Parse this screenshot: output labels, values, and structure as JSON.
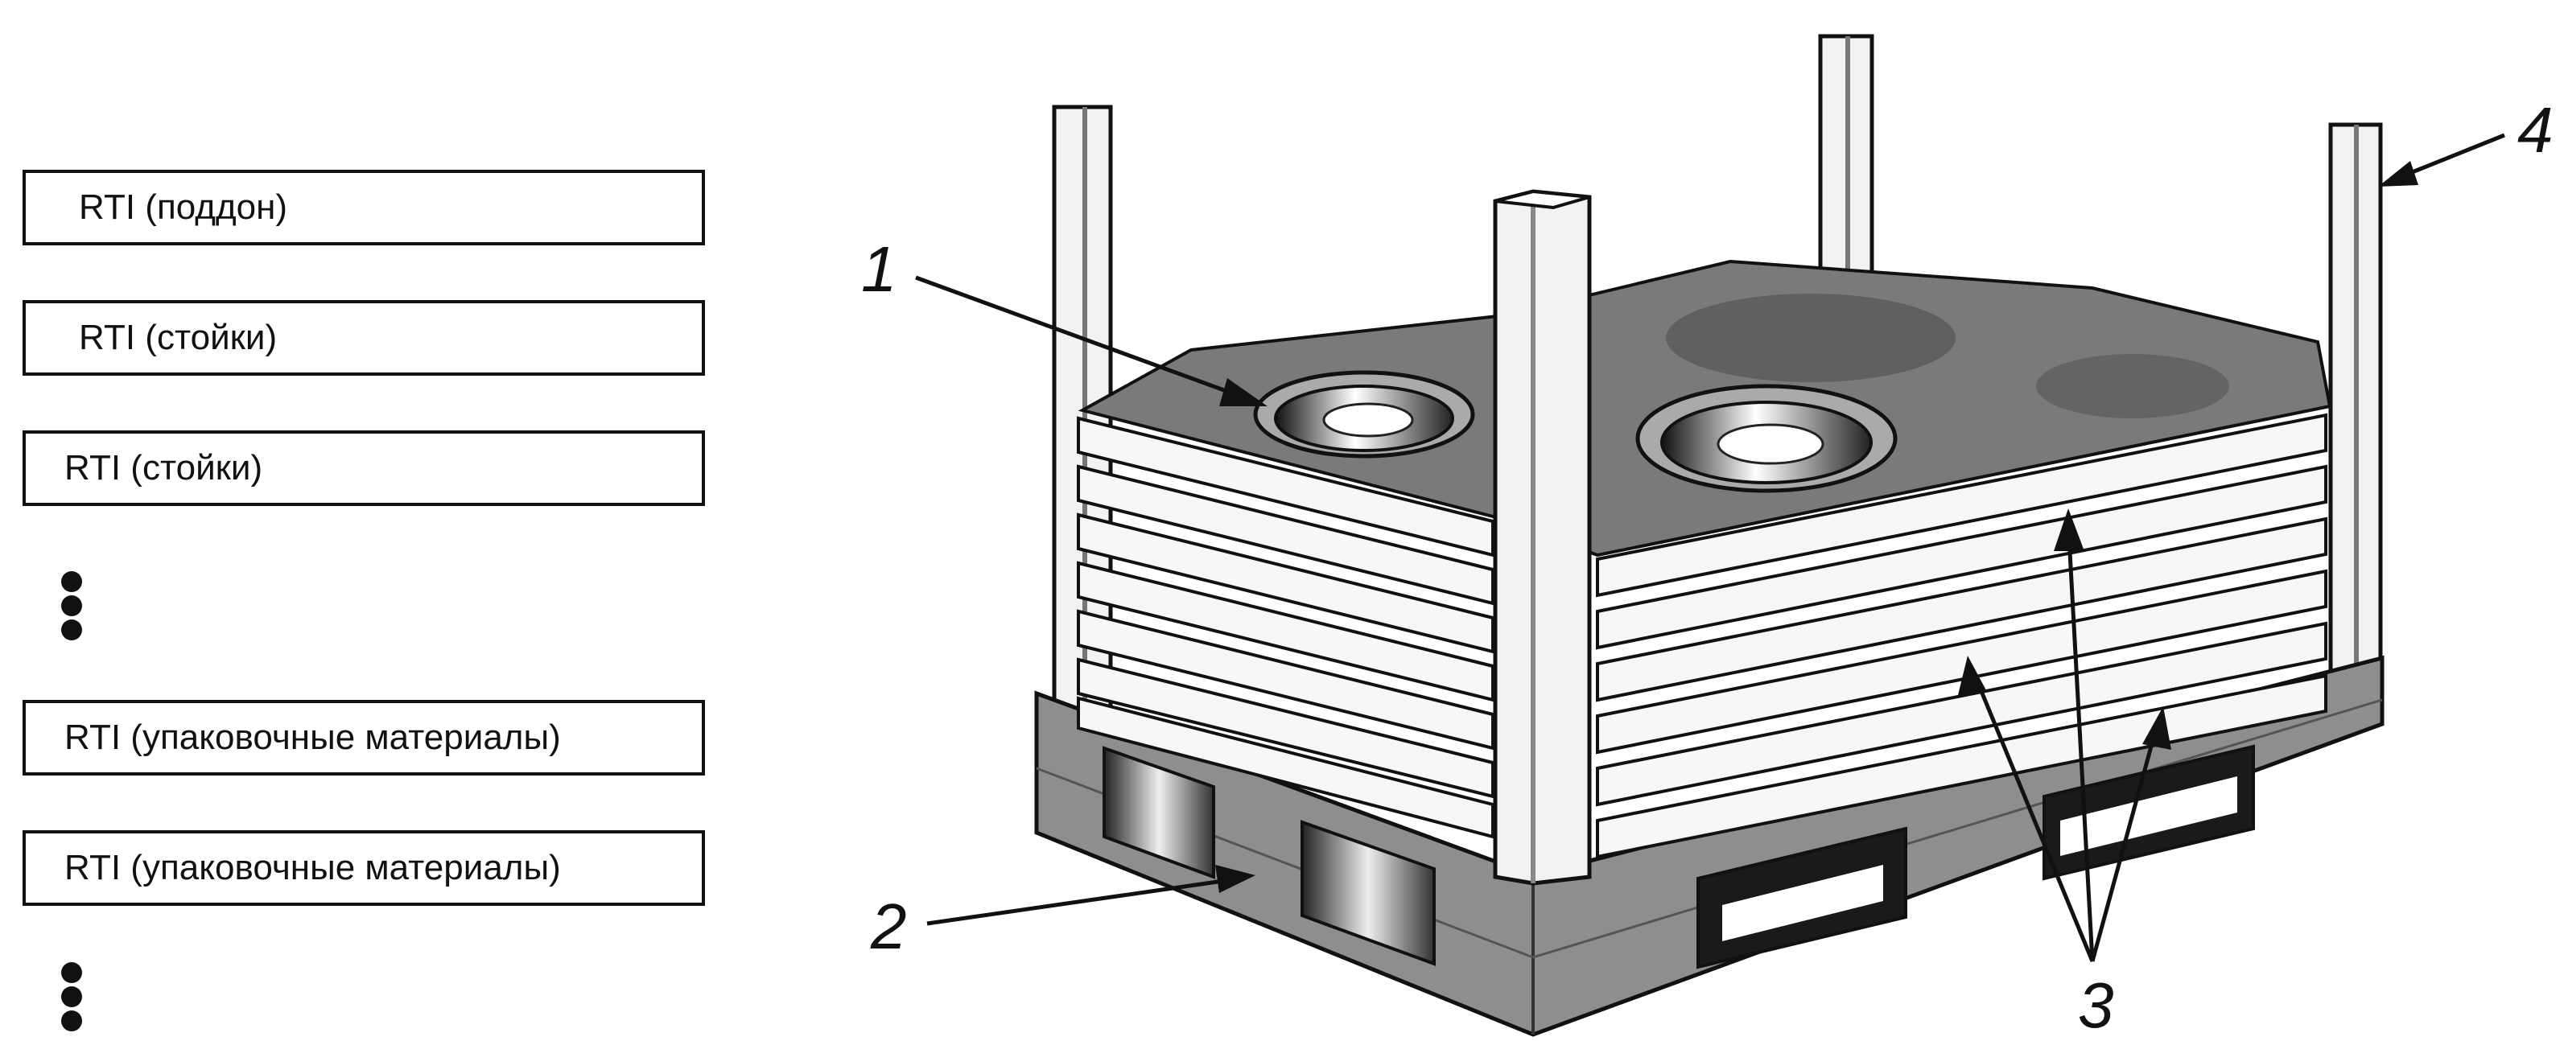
{
  "list": {
    "items": [
      {
        "label": "RTI (поддон)"
      },
      {
        "label": "RTI (стойки)"
      },
      {
        "label": "RTI (стойки)"
      },
      {
        "label": "RTI (упаковочные материалы)"
      },
      {
        "label": "RTI (упаковочные материалы)"
      }
    ]
  },
  "diagram": {
    "callouts": {
      "c1": "1",
      "c2": "2",
      "c3": "3",
      "c4": "4"
    }
  },
  "colors": {
    "ink": "#111111",
    "base_gray": "#8e8e8e",
    "top_gray": "#7a7a7a",
    "post_white": "#f2f2f2"
  }
}
